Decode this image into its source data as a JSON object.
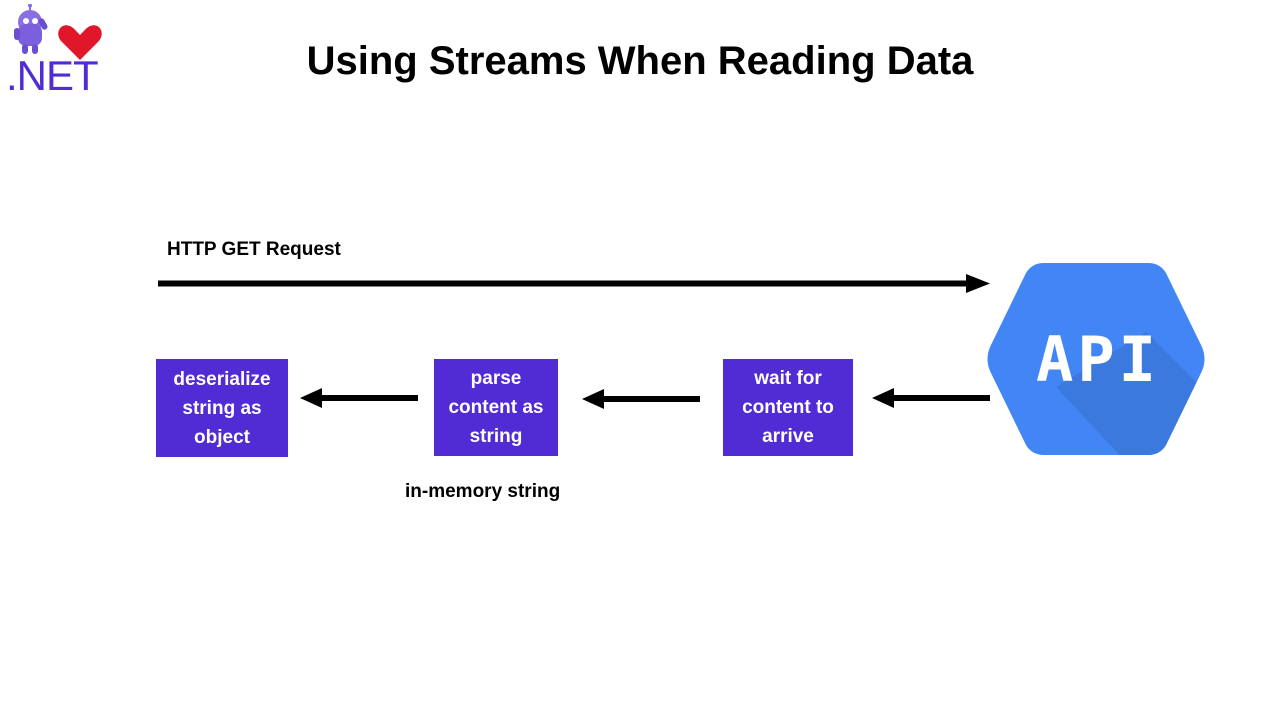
{
  "logo": {
    "text": ".NET",
    "icon": "dotnet-bot-heart-logo",
    "brand_color": "#512bd4",
    "heart_color": "#e0162b"
  },
  "title": "Using Streams When Reading Data",
  "request": {
    "label": "HTTP GET Request"
  },
  "steps": [
    {
      "label": "deserialize string as object"
    },
    {
      "label": "parse content as string"
    },
    {
      "label": "wait for content to arrive"
    }
  ],
  "note": "in-memory string",
  "api": {
    "label": "API",
    "color": "#4285f4"
  },
  "colors": {
    "box": "#512bd4",
    "arrow": "#000000"
  }
}
